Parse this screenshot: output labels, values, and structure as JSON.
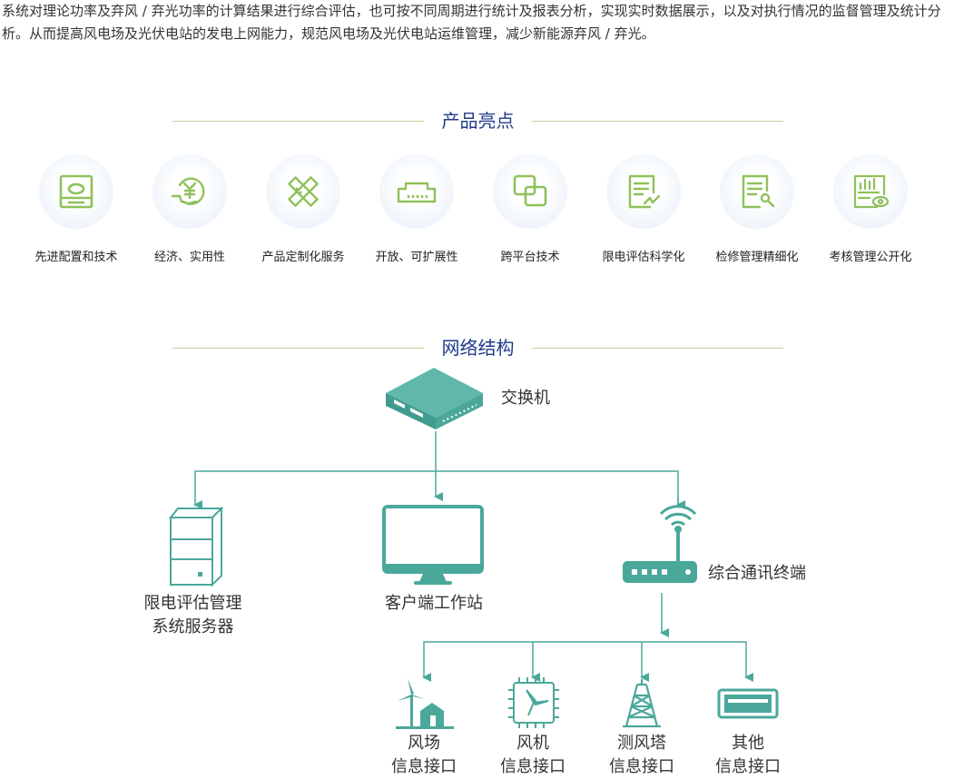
{
  "intro": "系统对理论功率及弃风 / 弃光功率的计算结果进行综合评估，也可按不同周期进行统计及报表分析，实现实时数据展示，以及对执行情况的监督管理及统计分析。从而提高风电场及光伏电站的发电上网能力，规范风电场及光伏电站运维管理，减少新能源弃风 / 弃光。",
  "highlights": {
    "title": "产品亮点",
    "items": [
      {
        "label": "先进配置和技术",
        "icon": "hard-drive-icon"
      },
      {
        "label": "经济、实用性",
        "icon": "yuan-hand-icon"
      },
      {
        "label": "产品定制化服务",
        "icon": "pencil-ruler-icon"
      },
      {
        "label": "开放、可扩展性",
        "icon": "network-port-icon"
      },
      {
        "label": "跨平台技术",
        "icon": "overlapping-squares-icon"
      },
      {
        "label": "限电评估科学化",
        "icon": "document-sign-icon"
      },
      {
        "label": "检修管理精细化",
        "icon": "document-wrench-icon"
      },
      {
        "label": "考核管理公开化",
        "icon": "report-eye-icon"
      }
    ]
  },
  "network": {
    "title": "网络结构",
    "switch_label": "交换机",
    "server_label_line1": "限电评估管理",
    "server_label_line2": "系统服务器",
    "workstation_label": "客户端工作站",
    "terminal_label": "综合通讯终端",
    "interfaces": [
      {
        "line1": "风场",
        "line2": "信息接口",
        "icon": "wind-farm-icon"
      },
      {
        "line1": "风机",
        "line2": "信息接口",
        "icon": "fan-chip-icon"
      },
      {
        "line1": "测风塔",
        "line2": "信息接口",
        "icon": "tower-icon"
      },
      {
        "line1": "其他",
        "line2": "信息接口",
        "icon": "port-icon"
      }
    ]
  },
  "colors": {
    "teal": "#4aa89b",
    "green": "#8fc15a",
    "line": "#bcd59a",
    "title": "#1e3a8a"
  }
}
